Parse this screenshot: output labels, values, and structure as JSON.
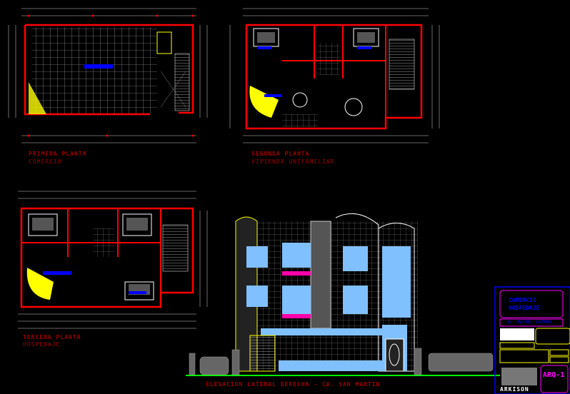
{
  "plans": [
    {
      "title": "PRIMERA PLANTA",
      "subtitle": "COMERCIO"
    },
    {
      "title": "SEGUNDA PLANTA",
      "subtitle": "VIVIENDA UNIFAMILIAR"
    },
    {
      "title": "TERCERA PLANTA",
      "subtitle": "HOSPEDAJE"
    }
  ],
  "elevation": {
    "title": "ELEVACION LATERAL DERECHA - CA. SAN MARTIN"
  },
  "title_block": {
    "project_line1": "COMERCIO",
    "project_line2": "HOSPEDAJE",
    "owner": "Sr. RAFAEL LOZANO",
    "sheet": "ARQ-1",
    "brand": "ARKISON"
  },
  "colors": {
    "wall": "#ff0000",
    "dim": "#808080",
    "glass": "#80c0ff",
    "title": "#a00000",
    "frame": "#ff00ff",
    "block": "#ffff00"
  }
}
